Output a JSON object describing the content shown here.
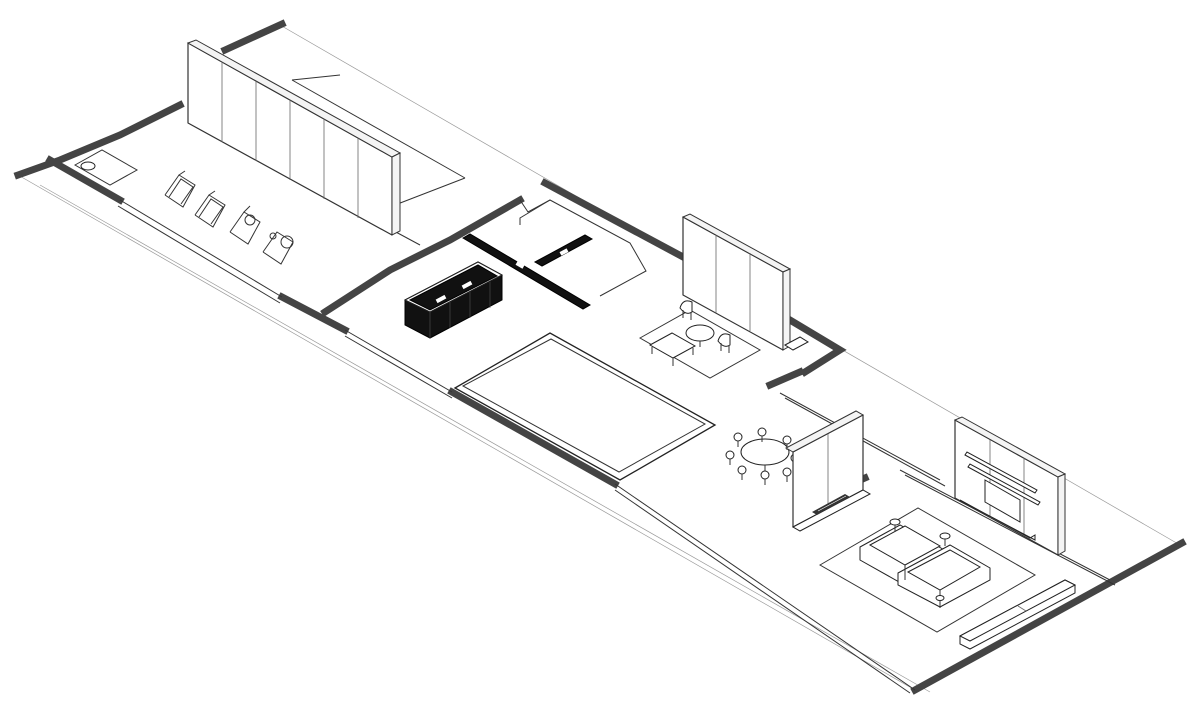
{
  "diagram": {
    "kind": "isometric-floor-plan",
    "labels": [],
    "zones": [
      {
        "id": "gym",
        "icon": "treadmill-icon",
        "count": 4
      },
      {
        "id": "kitchen",
        "icon": "kitchen-island-icon"
      },
      {
        "id": "lounge",
        "icon": "armchair-icon"
      },
      {
        "id": "dining",
        "icon": "dining-table-icon",
        "seats": 8
      },
      {
        "id": "living",
        "icon": "sofa-icon"
      }
    ],
    "colors": {
      "wall": "#444444",
      "line": "#333333",
      "furniture_dark": "#111111",
      "background": "#ffffff"
    }
  }
}
